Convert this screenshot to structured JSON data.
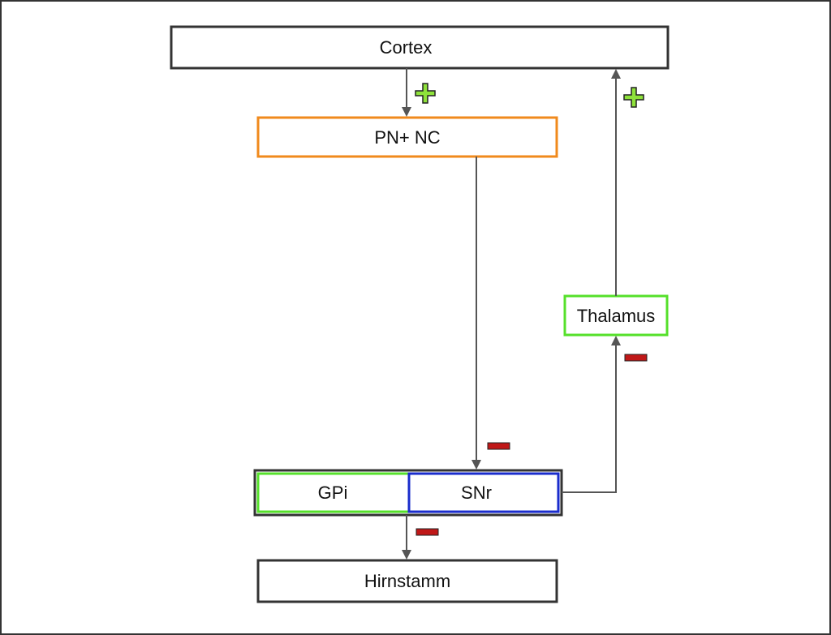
{
  "nodes": {
    "cortex": {
      "label": "Cortex"
    },
    "pn_nc": {
      "label": "PN+ NC"
    },
    "thalamus": {
      "label": "Thalamus"
    },
    "gpi": {
      "label": "GPi"
    },
    "snr": {
      "label": "SNr"
    },
    "hirnstamm": {
      "label": "Hirnstamm"
    }
  },
  "edges": [
    {
      "from": "Cortex",
      "to": "PN+ NC",
      "sign": "+"
    },
    {
      "from": "PN+ NC",
      "to": "GPi/SNr",
      "sign": "-"
    },
    {
      "from": "GPi/SNr",
      "to": "Thalamus",
      "sign": "-"
    },
    {
      "from": "Thalamus",
      "to": "Cortex",
      "sign": "+"
    },
    {
      "from": "GPi/SNr",
      "to": "Hirnstamm",
      "sign": "-"
    }
  ],
  "colors": {
    "border_default": "#333333",
    "border_pn_nc": "#f08a1c",
    "border_thalamus": "#55e02a",
    "border_gpi": "#55e02a",
    "border_snr": "#1a2ccc",
    "arrow": "#555555",
    "excitatory_sign": "#8ee23a",
    "inhibitory_sign": "#c01818"
  },
  "icons": {
    "excitatory": "plus-sign-icon",
    "inhibitory": "minus-sign-icon"
  }
}
